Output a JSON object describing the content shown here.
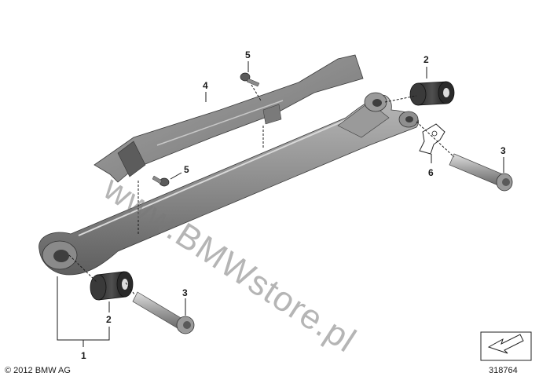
{
  "watermark": "www.BMWstore.pl",
  "copyright": "© 2012 BMW AG",
  "diagram_number": "318764",
  "callouts": [
    {
      "label": "1",
      "part": "swing-arm"
    },
    {
      "label": "2",
      "part": "rubber-bushing"
    },
    {
      "label": "2",
      "part": "rubber-bushing"
    },
    {
      "label": "3",
      "part": "hex-bolt"
    },
    {
      "label": "3",
      "part": "hex-bolt"
    },
    {
      "label": "4",
      "part": "chain-guard"
    },
    {
      "label": "5",
      "part": "screw"
    },
    {
      "label": "5",
      "part": "screw"
    },
    {
      "label": "6",
      "part": "bracket-clip"
    }
  ]
}
